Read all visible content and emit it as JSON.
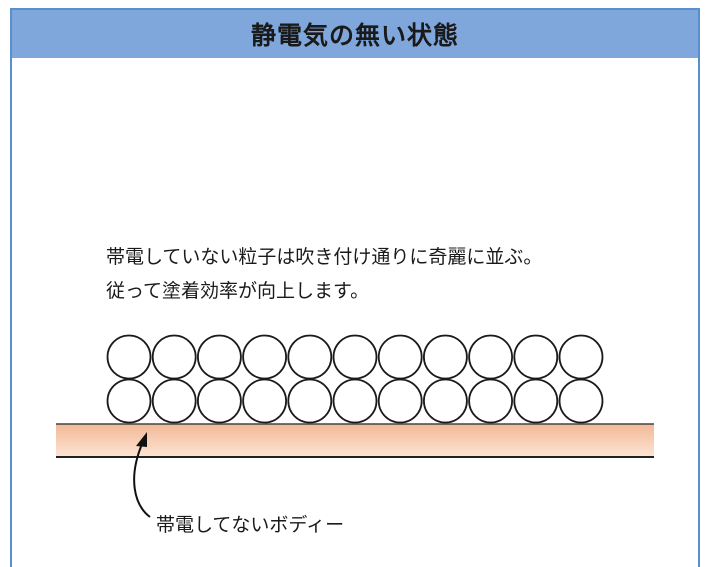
{
  "header": {
    "title": "静電気の無い状態"
  },
  "caption": {
    "line1": "帯電していない粒子は吹き付け通りに奇麗に並ぶ。",
    "line2": "従って塗着効率が向上します。"
  },
  "particles": {
    "rows": 2,
    "columns": 11
  },
  "substrate": {
    "label": "帯電してないボディー",
    "fill_top": "#f2b896",
    "fill_bottom": "#fde3d2"
  },
  "colors": {
    "header_bg": "#7fa7dc",
    "frame_border": "#5a8fcf"
  }
}
